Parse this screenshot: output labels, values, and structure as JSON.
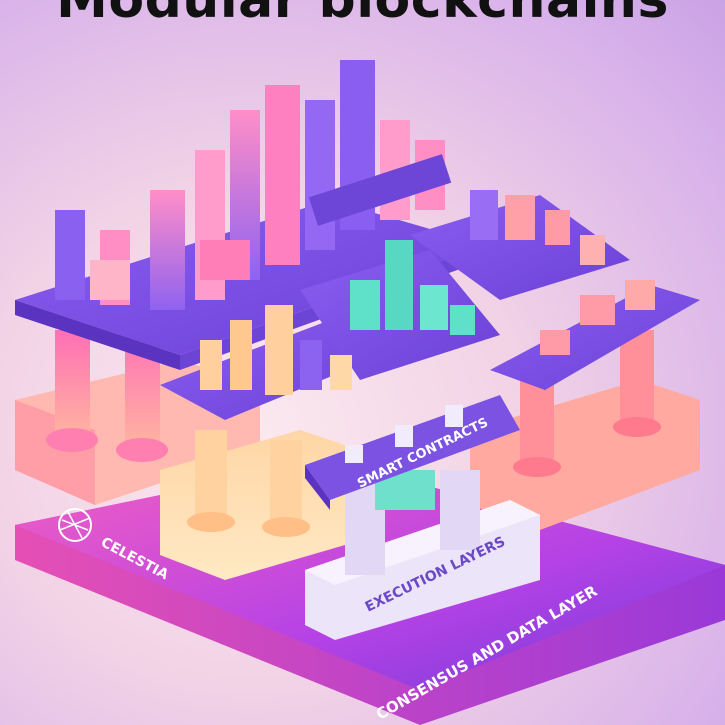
{
  "title": "Modular blockchains",
  "brand": "CELESTIA",
  "labels": {
    "base": "CONSENSUS AND DATA LAYER",
    "middle": "EXECUTION LAYERS",
    "top": "SMART CONTRACTS"
  },
  "colors": {
    "base": "#b43ce0",
    "platform": "#7b4fe0",
    "pink": "#f46fa8",
    "peach": "#ffc89a",
    "teal": "#5fe0c8",
    "lavender": "#e8e0f5"
  }
}
